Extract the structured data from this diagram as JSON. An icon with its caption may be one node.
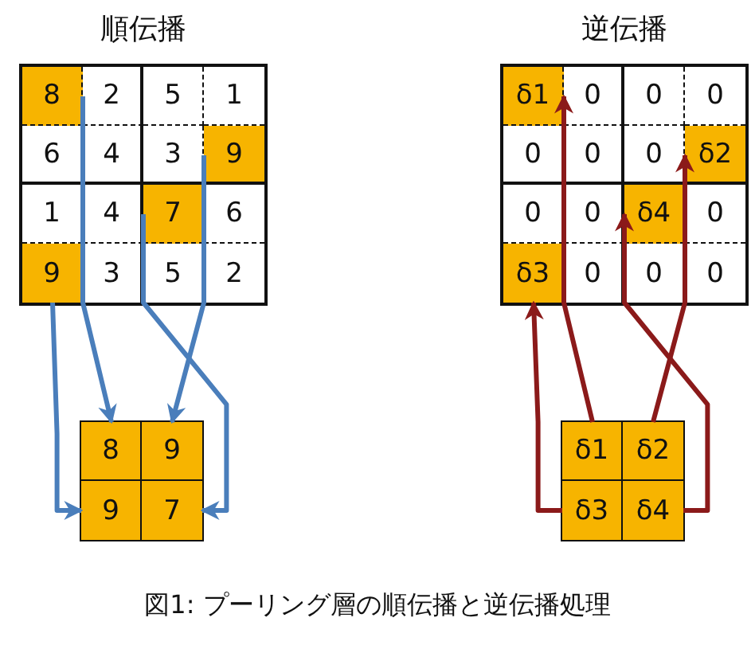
{
  "diagram": {
    "caption": "図1: プーリング層の順伝播と逆伝播処理",
    "nodes": [
      {
        "text": [
          "順伝播"
        ]
      },
      {
        "text": [
          "8"
        ],
        "in": 0
      },
      {
        "text": [
          "2"
        ],
        "in": 0
      },
      {
        "text": [
          "5"
        ],
        "in": 0
      },
      {
        "text": [
          "1"
        ],
        "in": 0
      },
      {
        "text": [
          "6"
        ],
        "in": 0
      },
      {
        "text": [
          "4"
        ],
        "in": 0
      },
      {
        "text": [
          "3"
        ],
        "in": 0
      },
      {
        "text": [
          "9"
        ],
        "in": 0
      },
      {
        "text": [
          "1"
        ],
        "in": 0
      },
      {
        "text": [
          "4"
        ],
        "in": 0
      },
      {
        "text": [
          "7"
        ],
        "in": 0
      },
      {
        "text": [
          "6"
        ],
        "in": 0
      },
      {
        "text": [
          "9"
        ],
        "in": 0
      },
      {
        "text": [
          "3"
        ],
        "in": 0
      },
      {
        "text": [
          "5"
        ],
        "in": 0
      },
      {
        "text": [
          "2"
        ],
        "in": 0
      },
      {
        "text": [
          "8"
        ]
      },
      {
        "text": [
          "9"
        ]
      },
      {
        "text": [
          "9"
        ]
      },
      {
        "text": [
          "7"
        ]
      },
      {
        "text": [
          "逆伝播"
        ]
      },
      {
        "text": [
          "δ1"
        ],
        "in": 21
      },
      {
        "text": [
          "0"
        ],
        "in": 21
      },
      {
        "text": [
          "0"
        ],
        "in": 21
      },
      {
        "text": [
          "0"
        ],
        "in": 21
      },
      {
        "text": [
          "0"
        ],
        "in": 21
      },
      {
        "text": [
          "0"
        ],
        "in": 21
      },
      {
        "text": [
          "0"
        ],
        "in": 21
      },
      {
        "text": [
          "δ2"
        ],
        "in": 21
      },
      {
        "text": [
          "0"
        ],
        "in": 21
      },
      {
        "text": [
          "0"
        ],
        "in": 21
      },
      {
        "text": [
          "δ4"
        ],
        "in": 21
      },
      {
        "text": [
          "0"
        ],
        "in": 21
      },
      {
        "text": [
          "δ3"
        ],
        "in": 21
      },
      {
        "text": [
          "0"
        ],
        "in": 21
      },
      {
        "text": [
          "0"
        ],
        "in": 21
      },
      {
        "text": [
          "0"
        ],
        "in": 21
      },
      {
        "text": [
          "δ1"
        ]
      },
      {
        "text": [
          "δ2"
        ]
      },
      {
        "text": [
          "δ3"
        ]
      },
      {
        "text": [
          "δ4"
        ]
      }
    ],
    "edges": [
      {
        "from": 1,
        "to": 17,
        "arrow": "to",
        "color": "#4a7ebb"
      },
      {
        "from": 8,
        "to": 18,
        "arrow": "to",
        "color": "#4a7ebb"
      },
      {
        "from": 11,
        "to": 20,
        "arrow": "to",
        "color": "#4a7ebb"
      },
      {
        "from": 13,
        "to": 19,
        "arrow": "to",
        "color": "#4a7ebb"
      },
      {
        "from": 38,
        "to": 22,
        "arrow": "to",
        "color": "#8b1a1a"
      },
      {
        "from": 39,
        "to": 29,
        "arrow": "to",
        "color": "#8b1a1a"
      },
      {
        "from": 40,
        "to": 34,
        "arrow": "to",
        "color": "#8b1a1a"
      },
      {
        "from": 41,
        "to": 32,
        "arrow": "to",
        "color": "#8b1a1a"
      }
    ]
  }
}
